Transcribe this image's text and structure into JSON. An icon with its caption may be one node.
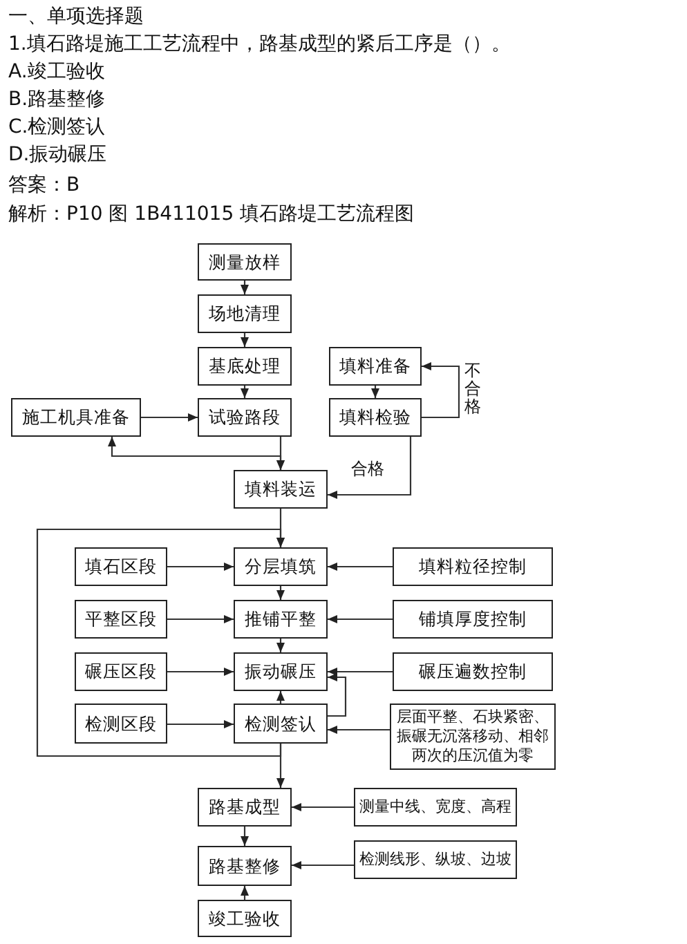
{
  "diagram": {
    "title": "一、单项选择题",
    "labels": [
      "1.填石路堤施工工艺流程中，路基成型的紧后工序是（）。",
      "A.竣工验收",
      "B.路基整修",
      "C.检测签认",
      "D.振动碾压",
      "答案：B",
      "解析：P10 图 1B411015 填石路堤工艺流程图"
    ],
    "nodes": [
      {
        "text": [
          "测量放样"
        ]
      },
      {
        "text": [
          "场地清理"
        ]
      },
      {
        "text": [
          "基底处理"
        ]
      },
      {
        "text": [
          "填料准备"
        ]
      },
      {
        "text": [
          "施工机具准备"
        ]
      },
      {
        "text": [
          "试验路段"
        ]
      },
      {
        "text": [
          "填料检验"
        ]
      },
      {
        "text": [
          "填料装运"
        ]
      },
      {
        "text": [
          "填石区段"
        ]
      },
      {
        "text": [
          "分层填筑"
        ]
      },
      {
        "text": [
          "填料粒径控制"
        ]
      },
      {
        "text": [
          "平整区段"
        ]
      },
      {
        "text": [
          "推铺平整"
        ]
      },
      {
        "text": [
          "铺填厚度控制"
        ]
      },
      {
        "text": [
          "碾压区段"
        ]
      },
      {
        "text": [
          "振动碾压"
        ]
      },
      {
        "text": [
          "碾压遍数控制"
        ]
      },
      {
        "text": [
          "检测区段"
        ]
      },
      {
        "text": [
          "检测签认"
        ]
      },
      {
        "text": [
          "层面平整、石块紧密、振碾无沉落移动、相邻两次的压沉值为零"
        ]
      },
      {
        "text": [
          "路基成型"
        ]
      },
      {
        "text": [
          "测量中线、宽度、高程"
        ]
      },
      {
        "text": [
          "路基整修"
        ]
      },
      {
        "text": [
          "检测线形、纵坡、边坡"
        ]
      },
      {
        "text": [
          "竣工验收"
        ]
      }
    ],
    "edges": [
      {
        "from": 0,
        "to": 1,
        "arrow": "to"
      },
      {
        "from": 1,
        "to": 2,
        "arrow": "to"
      },
      {
        "from": 2,
        "to": 5,
        "arrow": "to"
      },
      {
        "from": 4,
        "to": 5,
        "arrow": "to"
      },
      {
        "from": 3,
        "to": 6,
        "arrow": "to"
      },
      {
        "from": 6,
        "to": 3,
        "arrow": "to",
        "label": "不合格"
      },
      {
        "from": 5,
        "to": 7,
        "arrow": "to"
      },
      {
        "from": 4,
        "to": 7,
        "arrow": "both"
      },
      {
        "from": 6,
        "to": 7,
        "arrow": "to",
        "label": "合格"
      },
      {
        "from": 7,
        "to": 9,
        "arrow": "to"
      },
      {
        "from": 8,
        "to": 9,
        "arrow": "to"
      },
      {
        "from": 10,
        "to": 9,
        "arrow": "to"
      },
      {
        "from": 9,
        "to": 12,
        "arrow": "to"
      },
      {
        "from": 11,
        "to": 12,
        "arrow": "to"
      },
      {
        "from": 13,
        "to": 12,
        "arrow": "to"
      },
      {
        "from": 12,
        "to": 15,
        "arrow": "to"
      },
      {
        "from": 14,
        "to": 15,
        "arrow": "to"
      },
      {
        "from": 16,
        "to": 15,
        "arrow": "to"
      },
      {
        "from": 18,
        "to": 15,
        "arrow": "to"
      },
      {
        "from": 18,
        "to": 15,
        "arrow": "to"
      },
      {
        "from": 17,
        "to": 18,
        "arrow": "to"
      },
      {
        "from": 19,
        "to": 18,
        "arrow": "to"
      },
      {
        "from": 18,
        "to": 20,
        "arrow": "to"
      },
      {
        "from": 18,
        "to": 9,
        "arrow": "to"
      },
      {
        "from": 21,
        "to": 20,
        "arrow": "to"
      },
      {
        "from": 20,
        "to": 22,
        "arrow": "to"
      },
      {
        "from": 23,
        "to": 22,
        "arrow": "to"
      },
      {
        "from": 24,
        "to": 22,
        "arrow": "to"
      }
    ]
  }
}
